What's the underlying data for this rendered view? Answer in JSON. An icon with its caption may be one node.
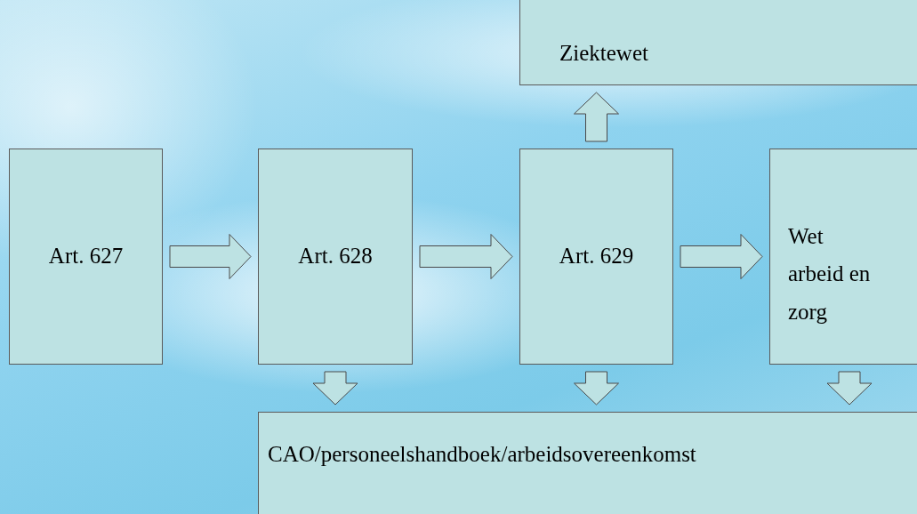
{
  "diagram": {
    "nodes": [
      {
        "text": [
          "Art. 627"
        ]
      },
      {
        "text": [
          "Art. 628"
        ]
      },
      {
        "text": [
          "Art. 629"
        ]
      },
      {
        "text": [
          "Wet arbeid en zorg"
        ]
      },
      {
        "text": [
          "Ziektewet"
        ]
      },
      {
        "text": [
          "CAO/personeelshandboek/arbeidsovereenkomst"
        ]
      }
    ],
    "edges": [
      {
        "from": 0,
        "to": 1,
        "arrow": "to"
      },
      {
        "from": 1,
        "to": 2,
        "arrow": "to"
      },
      {
        "from": 2,
        "to": 3,
        "arrow": "to"
      },
      {
        "from": 2,
        "to": 4,
        "arrow": "to"
      },
      {
        "from": 1,
        "to": 5,
        "arrow": "to"
      },
      {
        "from": 2,
        "to": 5,
        "arrow": "to"
      },
      {
        "from": 3,
        "to": 5,
        "arrow": "to"
      }
    ]
  }
}
